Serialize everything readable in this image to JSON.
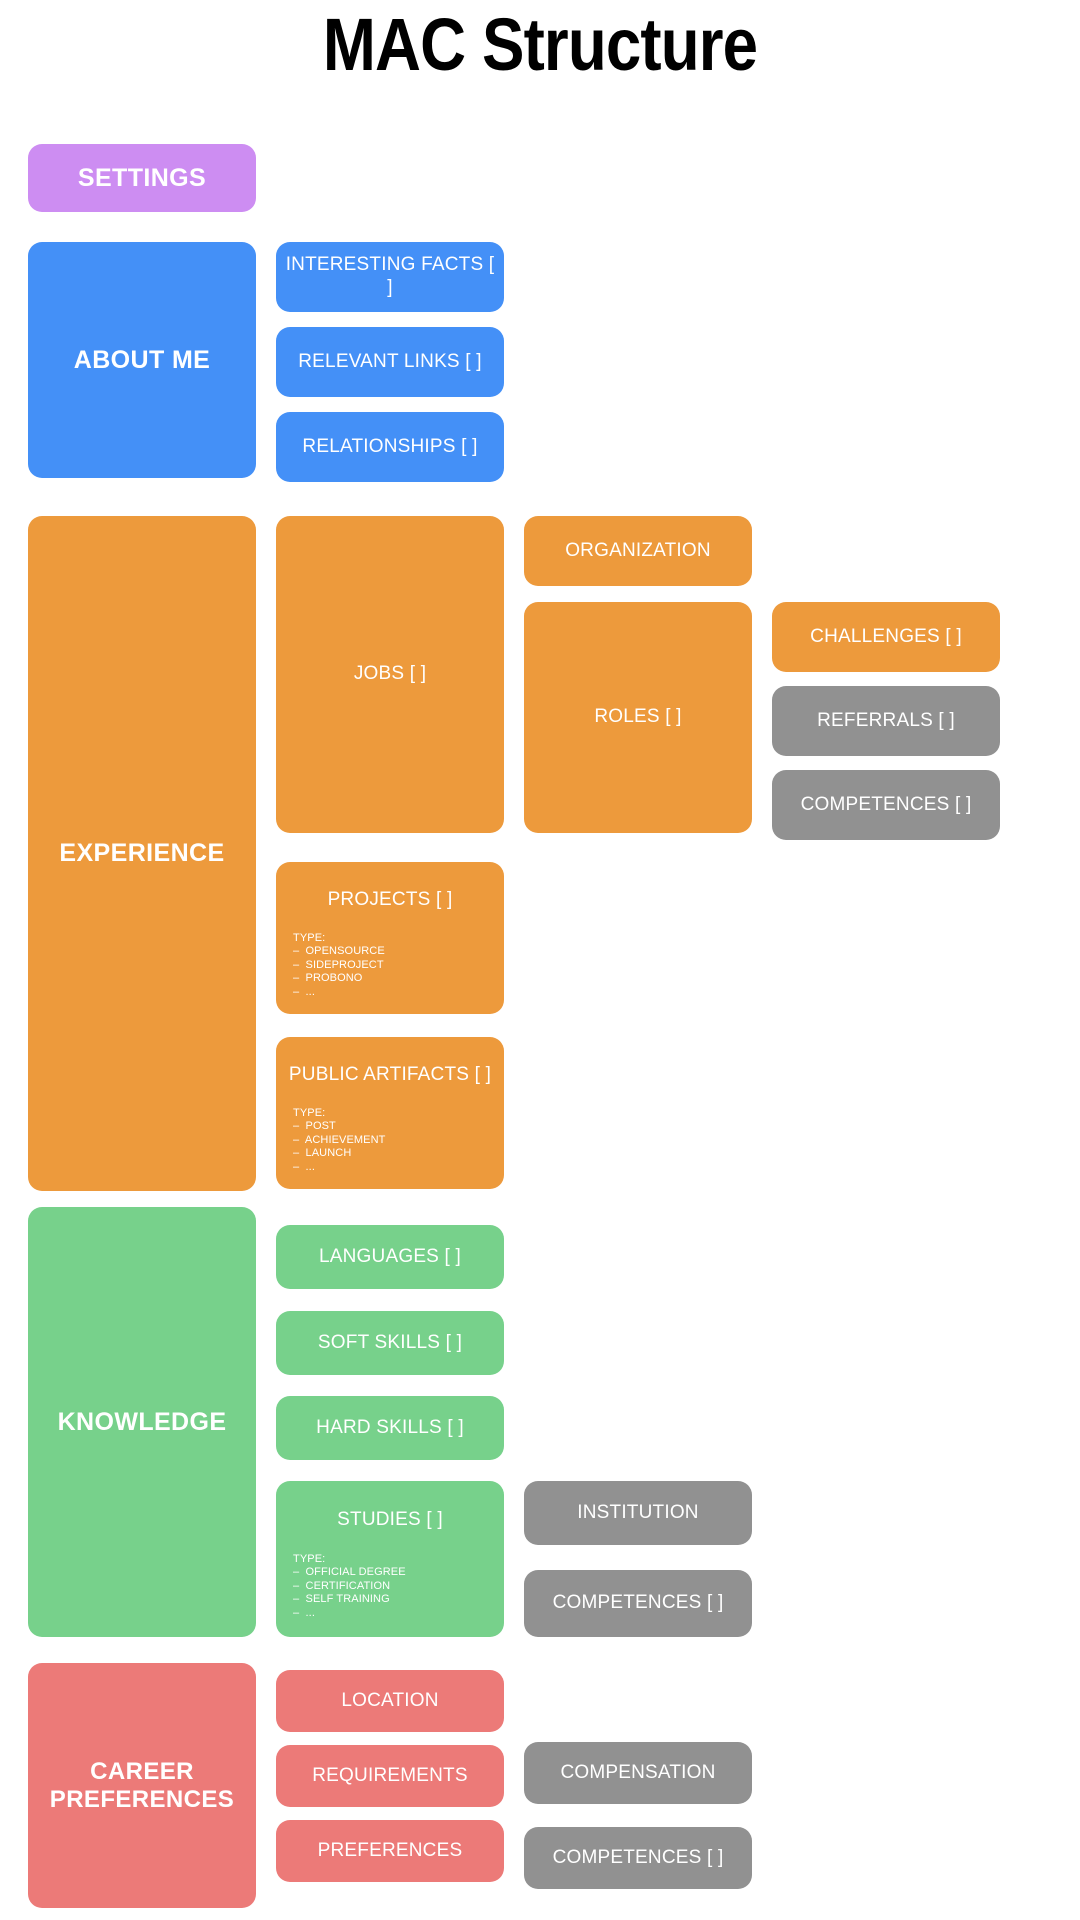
{
  "page": {
    "title": "MAC Structure"
  },
  "colors": {
    "purple": "#cd8df2",
    "blue": "#4490f7",
    "orange": "#ed9a3c",
    "green": "#77d18b",
    "red": "#ec7a78",
    "gray": "#919191",
    "text": "#ffffff",
    "title": "#000000",
    "background": "#ffffff"
  },
  "sections": {
    "settings": {
      "label": "SETTINGS"
    },
    "about_me": {
      "label": "ABOUT ME",
      "children": [
        {
          "label": "INTERESTING FACTS [ ]"
        },
        {
          "label": "RELEVANT LINKS [ ]"
        },
        {
          "label": "RELATIONSHIPS [ ]"
        }
      ]
    },
    "experience": {
      "label": "EXPERIENCE",
      "jobs": {
        "label": "JOBS [ ]"
      },
      "organization": {
        "label": "ORGANIZATION"
      },
      "roles": {
        "label": "ROLES [ ]"
      },
      "challenges": {
        "label": "CHALLENGES [ ]"
      },
      "referrals": {
        "label": "REFERRALS [ ]"
      },
      "competences": {
        "label": "COMPETENCES [ ]"
      },
      "projects": {
        "label": "PROJECTS [ ]",
        "type_header": "TYPE:",
        "types": [
          "–  OPENSOURCE",
          "–  SIDEPROJECT",
          "–  PROBONO",
          "–  ..."
        ]
      },
      "public_artifacts": {
        "label": "PUBLIC ARTIFACTS [ ]",
        "type_header": "TYPE:",
        "types": [
          "–  POST",
          "–  ACHIEVEMENT",
          "–  LAUNCH",
          "–  ..."
        ]
      }
    },
    "knowledge": {
      "label": "KNOWLEDGE",
      "languages": {
        "label": "LANGUAGES [ ]"
      },
      "soft_skills": {
        "label": "SOFT SKILLS [ ]"
      },
      "hard_skills": {
        "label": "HARD SKILLS [ ]"
      },
      "studies": {
        "label": "STUDIES [ ]",
        "type_header": "TYPE:",
        "types": [
          "–  OFFICIAL DEGREE",
          "–  CERTIFICATION",
          "–  SELF TRAINING",
          "–  ..."
        ]
      },
      "institution": {
        "label": "INSTITUTION"
      },
      "competences": {
        "label": "COMPETENCES [ ]"
      }
    },
    "career_preferences": {
      "label": "CAREER\nPREFERENCES",
      "label_line1": "CAREER",
      "label_line2": "PREFERENCES",
      "location": {
        "label": "LOCATION"
      },
      "requirements": {
        "label": "REQUIREMENTS"
      },
      "preferences": {
        "label": "PREFERENCES"
      },
      "compensation": {
        "label": "COMPENSATION"
      },
      "competences": {
        "label": "COMPETENCES [ ]"
      }
    }
  }
}
